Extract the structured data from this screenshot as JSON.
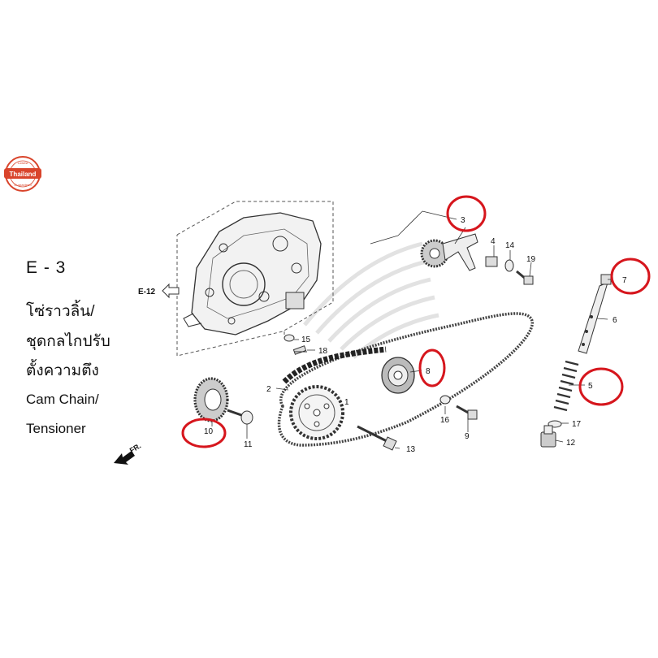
{
  "watermark": {
    "top_text": "Lowest",
    "middle_text": "Thailand",
    "bottom_text": "Guaranteed"
  },
  "section": {
    "code": "E - 3",
    "thai_line_1": "โซ่ราวลิ้น/",
    "thai_line_2": "ชุดกลไกปรับ",
    "thai_line_3": "ตั้งความตึง",
    "english_line_1": "Cam Chain/",
    "english_line_2": "Tensioner"
  },
  "reference": {
    "label": "E-12"
  },
  "direction": {
    "label": "FR."
  },
  "callouts": [
    "1",
    "2",
    "3",
    "4",
    "5",
    "6",
    "7",
    "8",
    "9",
    "10",
    "11",
    "12",
    "13",
    "14",
    "15",
    "16",
    "17",
    "18",
    "19"
  ],
  "highlighted_parts": [
    "3",
    "5",
    "7",
    "8",
    "10"
  ],
  "colors": {
    "highlight": "#d6161d",
    "badge": "#d9442b",
    "line": "#333333",
    "part": "#888888"
  }
}
